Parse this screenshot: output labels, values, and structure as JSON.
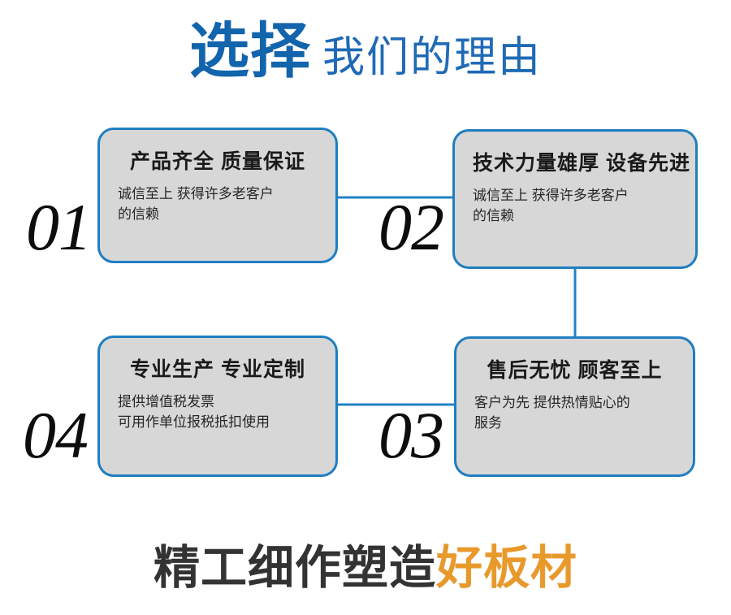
{
  "header": {
    "strong_text": "选择",
    "light_text": "我们的理由",
    "strong_color": "#1264ac",
    "light_color": "#1f6ab5"
  },
  "cards": [
    {
      "number": "01",
      "title": "产品齐全 质量保证",
      "body_lines": [
        "诚信至上 获得许多老客户",
        "的信赖"
      ]
    },
    {
      "number": "02",
      "title": "技术力量雄厚 设备先进",
      "body_lines": [
        "诚信至上 获得许多老客户",
        "的信赖"
      ]
    },
    {
      "number": "03",
      "title": "售后无忧 顾客至上",
      "body_lines": [
        "客户为先 提供热情贴心的",
        "服务"
      ]
    },
    {
      "number": "04",
      "title": "专业生产 专业定制",
      "body_lines": [
        "提供增值税发票",
        "可用作单位报税抵扣使用"
      ]
    }
  ],
  "footer": {
    "dark_text": "精工细作塑造",
    "accent_text": "好板材",
    "dark_color": "#333333",
    "accent_color": "#e8992c"
  },
  "style": {
    "card_fill": "#d7d7d7",
    "card_border": "#1f7ec0",
    "connector_color": "#2083c4",
    "number_color": "#0d0d0d",
    "background": "#ffffff"
  }
}
